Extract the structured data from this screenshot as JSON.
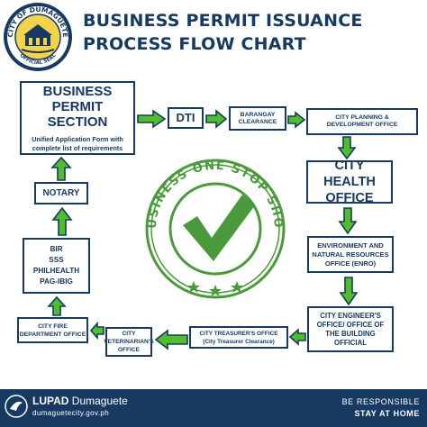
{
  "header": {
    "seal_text_top": "CITY OF DUMAGUETE",
    "seal_text_bottom": "OFFICIAL SEAL",
    "title_line1": "BUSINESS PERMIT ISSUANCE",
    "title_line2": "PROCESS FLOW CHART"
  },
  "steps": {
    "bps": {
      "title_line1": "BUSINESS PERMIT",
      "title_line2": "SECTION",
      "sub_line1": "Unified Application Form with",
      "sub_line2": "complete list of requirements"
    },
    "dti": "DTI",
    "barangay": [
      "BARANGAY",
      "CLEARANCE"
    ],
    "planning": [
      "CITY PLANNING &",
      "DEVELOPMENT OFFICE"
    ],
    "health": [
      "CITY HEALTH",
      "OFFICE"
    ],
    "enro": [
      "ENVIRONMENT AND",
      "NATURAL RESOURCES",
      "OFFICE (ENRO)"
    ],
    "engineer": [
      "CITY ENGINEER'S",
      "OFFICE/ OFFICE OF",
      "THE BUILDING",
      "OFFICIAL"
    ],
    "treasurer": [
      "CITY TREASURER'S OFFICE",
      "(City Treasurer Clearance)"
    ],
    "veterinarian": [
      "CITY",
      "VETERINARIAN'S",
      "OFFICE"
    ],
    "fire": [
      "CITY FIRE",
      "DEPARTMENT OFFICE"
    ],
    "agencies": [
      "BIR",
      "SSS",
      "PHILHEALTH",
      "PAG-IBIG"
    ],
    "notary": "NOTARY"
  },
  "stamp": {
    "arc_text": "BUSINESS ONE STOP SHOP",
    "icon": "check-mark-icon",
    "stars": 3
  },
  "footer": {
    "brand_bold": "LUPAD",
    "brand_rest": " Dumaguete",
    "url": "dumaguetecity.gov.ph",
    "right_line1": "BE RESPONSIBLE",
    "right_line2": "STAY AT HOME"
  },
  "colors": {
    "navy": "#173a63",
    "arrow_green": "#4fbe2a",
    "stamp_green": "#4a9a3c"
  }
}
